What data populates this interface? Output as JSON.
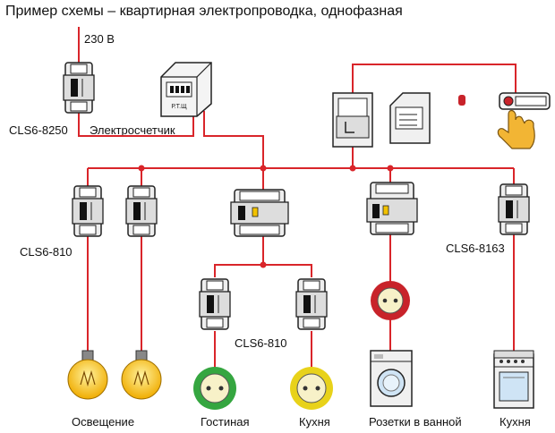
{
  "title": "Пример схемы –  квартирная электропроводка, однофазная",
  "labels": {
    "voltage": "230 В",
    "main_breaker": "CLS6-8250",
    "meter": "Электросчетчик",
    "lighting_breakers": "CLS6-810",
    "socket_breakers": "CLS6-810",
    "kitchen_breaker": "CLS6-8163"
  },
  "consumers": {
    "lighting": "Освещение",
    "living_room": "Гостиная",
    "kitchen_sockets": "Кухня",
    "bathroom_sockets": "Розетки в ванной",
    "kitchen_stove": "Кухня"
  },
  "meter_display": "Р.Т.Щ",
  "colors": {
    "wire": "#d9252a",
    "device_fill": "#eeeeee",
    "device_stroke": "#222222",
    "bulb": "#f5b800",
    "socket_green": "#35a640",
    "socket_yellow": "#e8d21a",
    "socket_red": "#c8232a",
    "hand": "#f2b534"
  }
}
